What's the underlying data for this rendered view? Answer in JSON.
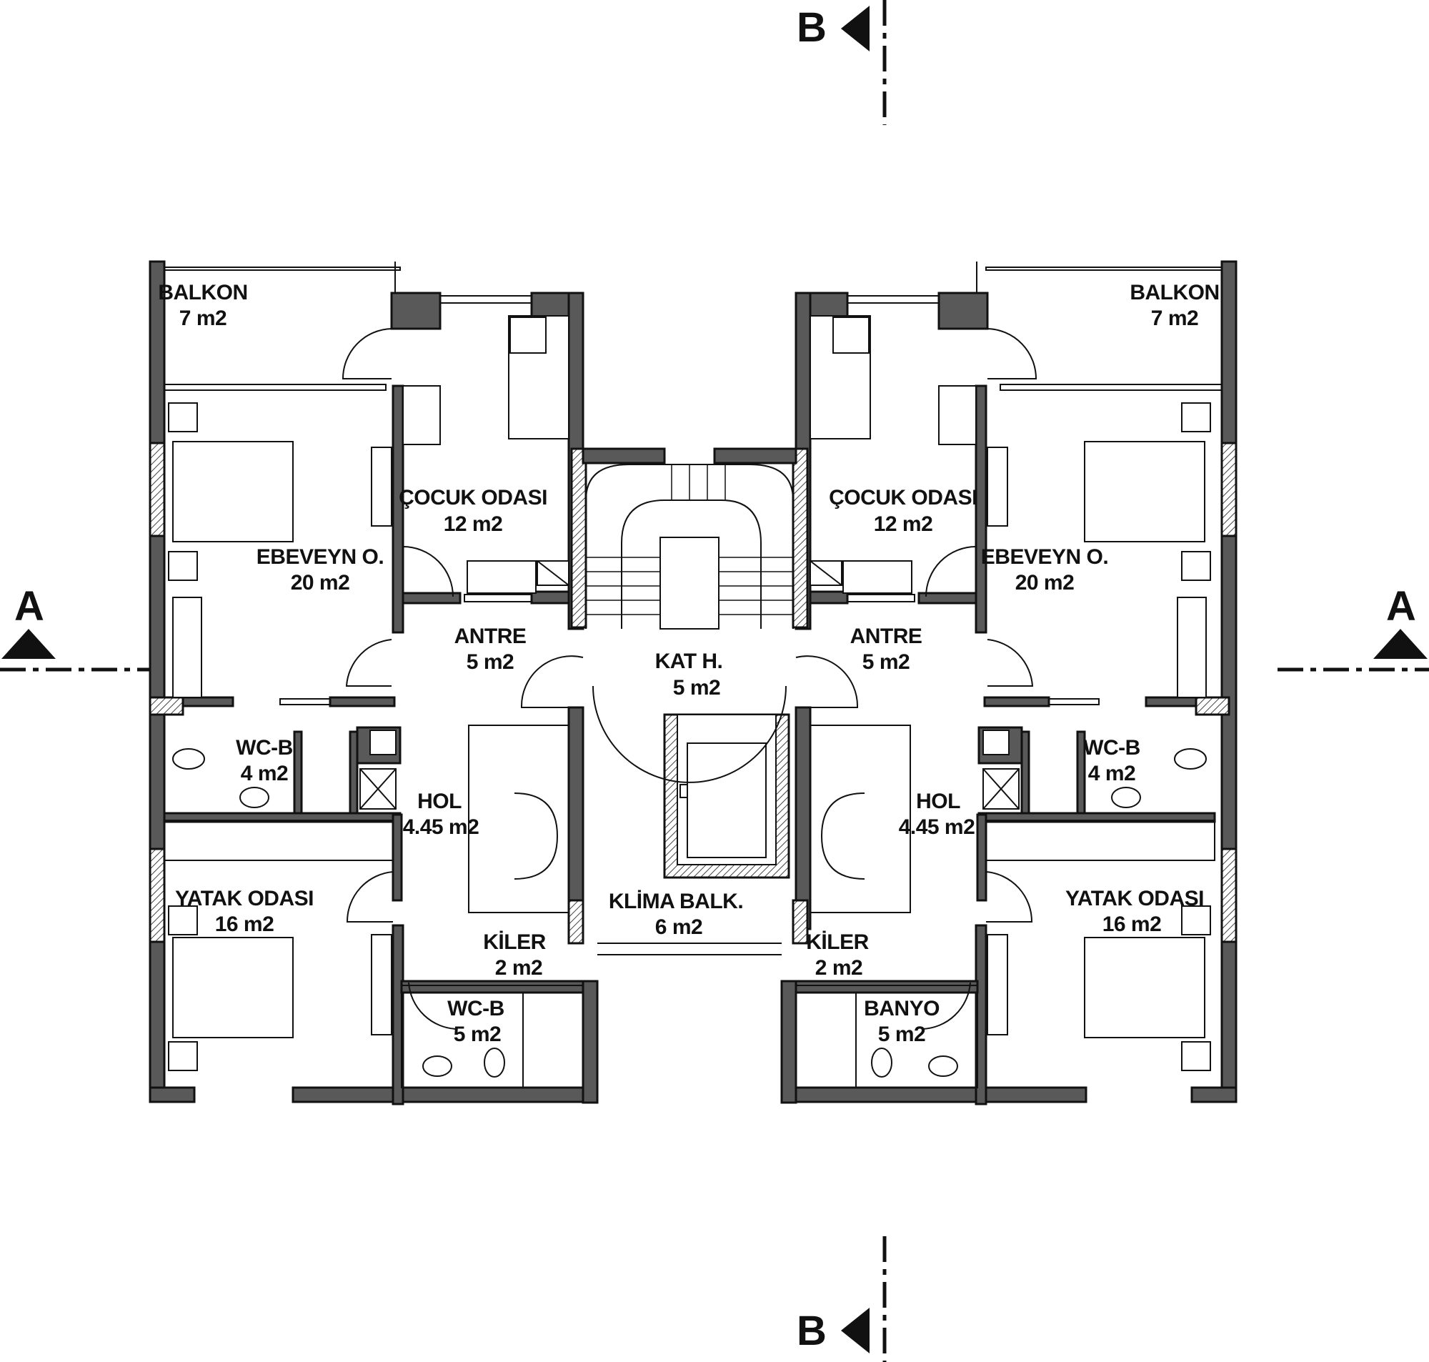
{
  "section_markers": {
    "top": "B",
    "bottom": "B",
    "left": "A",
    "right": "A"
  },
  "rooms": {
    "balkon_left": {
      "name": "BALKON",
      "area": "7 m2"
    },
    "balkon_right": {
      "name": "BALKON",
      "area": "7 m2"
    },
    "cocuk_left": {
      "name": "ÇOCUK ODASI",
      "area": "12 m2"
    },
    "cocuk_right": {
      "name": "ÇOCUK ODASI",
      "area": "12 m2"
    },
    "ebeveyn_left": {
      "name": "EBEVEYN O.",
      "area": "20 m2"
    },
    "ebeveyn_right": {
      "name": "EBEVEYN O.",
      "area": "20 m2"
    },
    "antre_left": {
      "name": "ANTRE",
      "area": "5 m2"
    },
    "antre_right": {
      "name": "ANTRE",
      "area": "5 m2"
    },
    "kat_hol": {
      "name": "KAT H.",
      "area": "5 m2"
    },
    "wcb_left": {
      "name": "WC-B",
      "area": "4 m2"
    },
    "wcb_right": {
      "name": "WC-B",
      "area": "4 m2"
    },
    "hol_left": {
      "name": "HOL",
      "area": "4.45 m2"
    },
    "hol_right": {
      "name": "HOL",
      "area": "4.45 m2"
    },
    "yatak_left": {
      "name": "YATAK ODASI",
      "area": "16 m2"
    },
    "yatak_right": {
      "name": "YATAK ODASI",
      "area": "16 m2"
    },
    "klima": {
      "name": "KLİMA BALK.",
      "area": "6 m2"
    },
    "kiler_left": {
      "name": "KİLER",
      "area": "2 m2"
    },
    "kiler_right": {
      "name": "KİLER",
      "area": "2 m2"
    },
    "wcb_lower": {
      "name": "WC-B",
      "area": "5 m2"
    },
    "banyo": {
      "name": "BANYO",
      "area": "5 m2"
    }
  }
}
